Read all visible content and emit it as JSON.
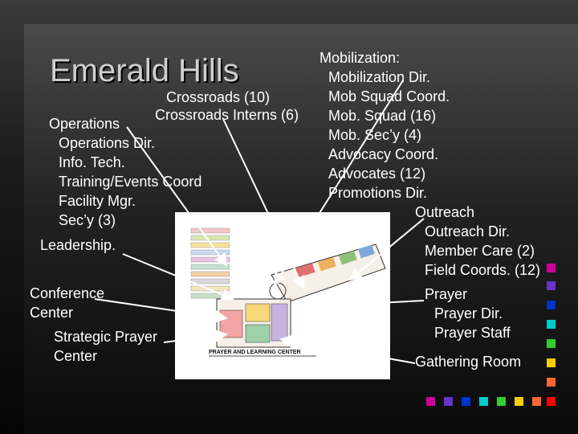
{
  "title": "Emerald Hills",
  "left_column": {
    "operations": {
      "heading": "Operations",
      "items": [
        "Operations Dir.",
        "Info. Tech.",
        "Training/Events Coord",
        "Facility Mgr.",
        "Sec’y (3)"
      ]
    },
    "leadership": "Leadership.",
    "conference": [
      "Conference",
      "Center"
    ],
    "strategic_prayer": [
      "Strategic Prayer",
      "Center"
    ]
  },
  "crossroads": [
    "Crossroads (10)",
    "Crossroads Interns (6)"
  ],
  "mobilization": {
    "heading": "Mobilization:",
    "items": [
      "Mobilization Dir.",
      "Mob Squad Coord.",
      "Mob. Squad (16)",
      "Mob. Sec’y (4)",
      "Advocacy Coord.",
      "Advocates (12)",
      "Promotions Dir."
    ]
  },
  "outreach": {
    "heading": "Outreach",
    "items": [
      "Outreach Dir.",
      "Member Care (2)",
      "Field Coords. (12)"
    ]
  },
  "prayer": {
    "heading": "Prayer",
    "items": [
      "Prayer Dir.",
      "Prayer Staff"
    ]
  },
  "gathering": "Gathering Room",
  "floor_plan_caption": "PRAYER AND LEARNING CENTER",
  "colors": {
    "squares": [
      "#cc0099",
      "#6633cc",
      "#0033cc",
      "#00cccc",
      "#33cc33",
      "#ffcc00",
      "#ff6633",
      "#ff0000"
    ]
  }
}
